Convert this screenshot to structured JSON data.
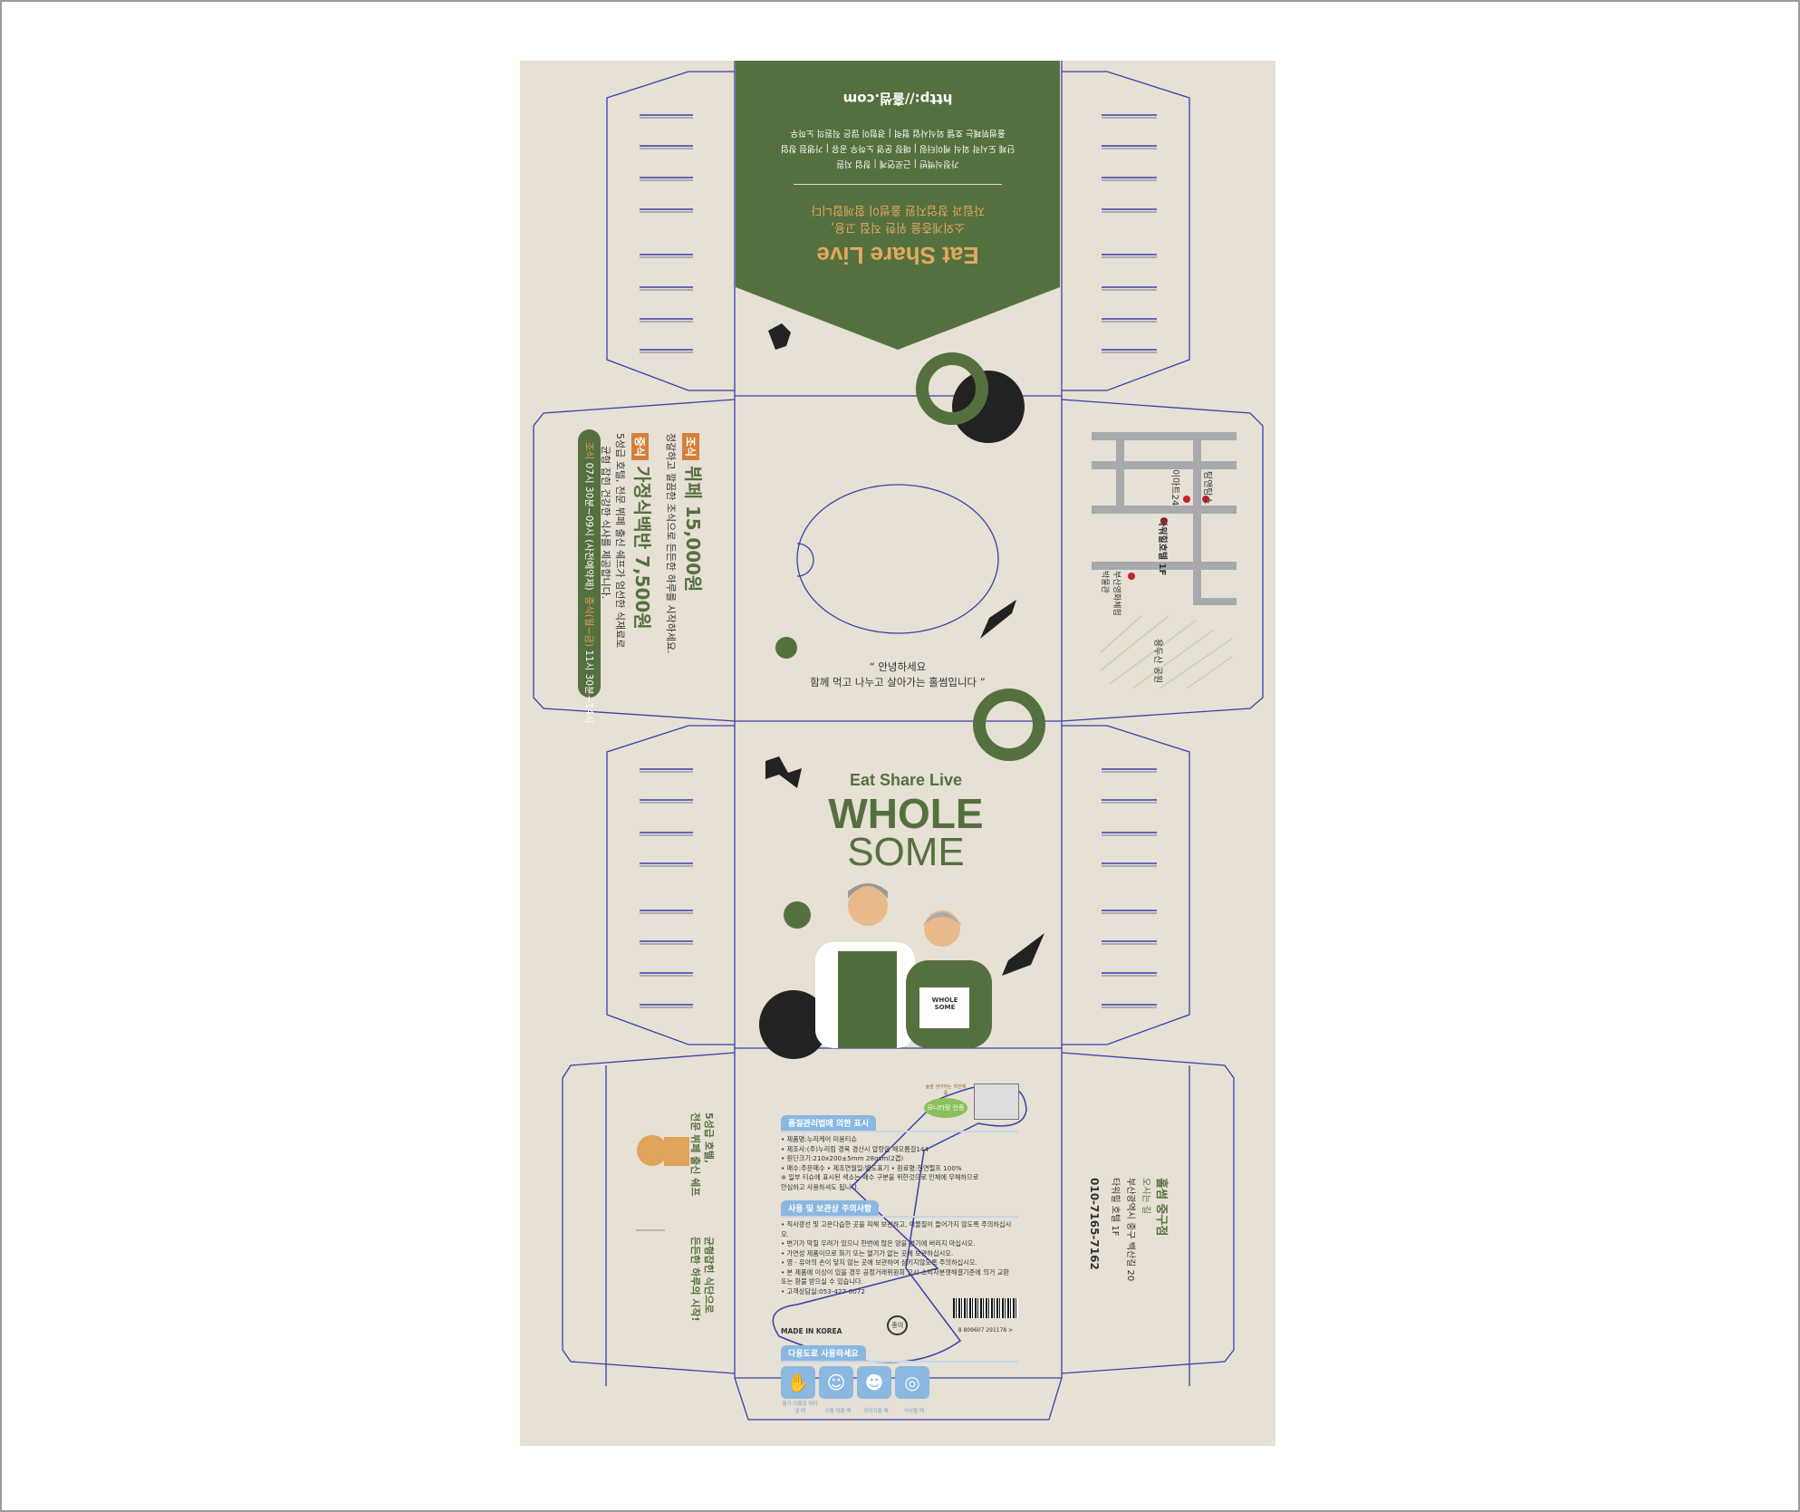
{
  "top_panel": {
    "url": "http://홀썸.com",
    "lines": [
      "홀썸뷔페는 호텔 외식사업 협력 | 경험이 많은 직원의 노하우",
      "단체 도시락 외식 케이터링 | 매장 운영 노하우 공유 | 가맹점 창업",
      "가정식백반 | 근로연계 | 창업 지원"
    ],
    "tagline1": "소외계층을 위한 직접 고용,",
    "tagline2": "자립과 창업지원 홀썸이 함께합니다",
    "slogan": "Eat Share Live"
  },
  "left_panel": {
    "tag1": "조식",
    "title1": "뷔페 15,000원",
    "desc1": "정갈하고 깔끔한 조식으로 든든한 하루를 시작하세요.",
    "tag2": "중식",
    "title2": "가정식백반 7,500원",
    "desc2a": "5성급 호텔, 전문 뷔페 출신 쉐프가 엄선한 식재료로",
    "desc2b": "균형 잡힌 건강한 식사를 제공합니다.",
    "hours_l1": "조식",
    "hours_v1": "07시 30분~09시 (사전예약제)",
    "hours_l2": "중식(월~금)",
    "hours_v2": "11시 30분~14시"
  },
  "greeting": {
    "line1": "“ 안녕하세요",
    "line2": "함께 먹고 나누고 살아가는 홀썸입니다 ”"
  },
  "map": {
    "labels": [
      "이마트24",
      "탐앤탐스",
      "타워힐호텔 1F",
      "부산영화체험 박물관",
      "용두산 공원"
    ]
  },
  "front": {
    "slogan": "Eat Share Live",
    "brand1": "WHOLE",
    "brand2": "SOME",
    "bag": "WHOLE SOME"
  },
  "bottom_left": {
    "text1a": "5성급 호텔,",
    "text1b": "전문 뷔페 출신 쉐프",
    "text2a": "균형잡힌 식단으로",
    "text2b": "든든한 하루의 시작!"
  },
  "bottom_right": {
    "name": "홀썸 중구점",
    "street": "오시는 길",
    "addr1": "부산광역시 중구 백산길 20",
    "addr2": "타워힐 호텔 1F",
    "phone": "010-7165-7162"
  },
  "label": {
    "eco_badge": "모니터링 인증",
    "eco_text": "숲을 생각하는 착한제품",
    "sec1": "품질관리법에 의한 표시",
    "sec1_items": [
      "• 제품명:누리케어 미용티슈",
      "• 제조사:(주)누리림 경북 경산시 압량읍 해오름길144",
      "• 원단크기:210x200±5mm 28gsm(2겹)",
      "• 매수:주문매수   • 제조연월일:별도표기   • 원료명:천연펄프 100%",
      "※ 일부 티슈에 표시된 색소는 매수 구분을 위한것으로 인체에 무해하므로",
      "   안심하고 사용하셔도 됩니다."
    ],
    "sec2": "사용 및 보관상 주의사항",
    "sec2_items": [
      "• 직사광선 및 고온다습한 곳을 피해 보관하고, 이물질이 들어가지 않도록 주의하십시오.",
      "• 변기가 막힐 우려가 있으니 한번에 많은 양을 변기에 버리지 마십시오.",
      "• 가연성 제품이므로 화기 또는 열기가 없는 곳에 보관하십시오.",
      "• 영 · 유아의 손이 닿지 않는 곳에 보관하여 삼키지않도록 주의하십시오.",
      "• 본 제품에 이상이 있을 경우 공정거래위원회 고시 소비자분쟁해결기준에 의거 교환",
      "   또는 환불 받으실 수 있습니다.",
      "• 고객상담실:053-427-0072"
    ],
    "made_in": "MADE IN KOREA",
    "recycle": "종이",
    "barcode": "8 809607 291178 >",
    "sec3": "다용도로 사용하세요",
    "uses": [
      "물기·이물질 닦아낼 때",
      "코를 닦을 때",
      "화장지울 때",
      "식사할 때"
    ]
  },
  "colors": {
    "green": "#55703f",
    "orange": "#d4803a",
    "beige": "#e6e0d5",
    "dieline": "#3a3fa8",
    "blue": "#8ab8e0"
  }
}
